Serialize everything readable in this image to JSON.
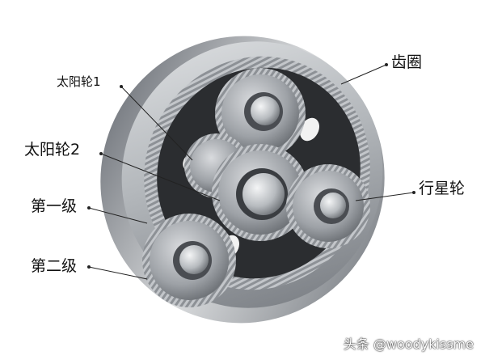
{
  "labels": {
    "sun_gear_1": "太阳轮1",
    "sun_gear_2": "太阳轮2",
    "first_stage": "第一级",
    "second_stage": "第二级",
    "ring_gear": "齿圈",
    "planet_gear": "行星轮"
  },
  "watermark": "头条 @woodykissme",
  "colors": {
    "ring_outer": "#b9bcc0",
    "ring_inner": "#2b2d30",
    "gear_face": "#9fa3a8",
    "gear_shadow": "#4a4d52",
    "leader": "#222222"
  }
}
